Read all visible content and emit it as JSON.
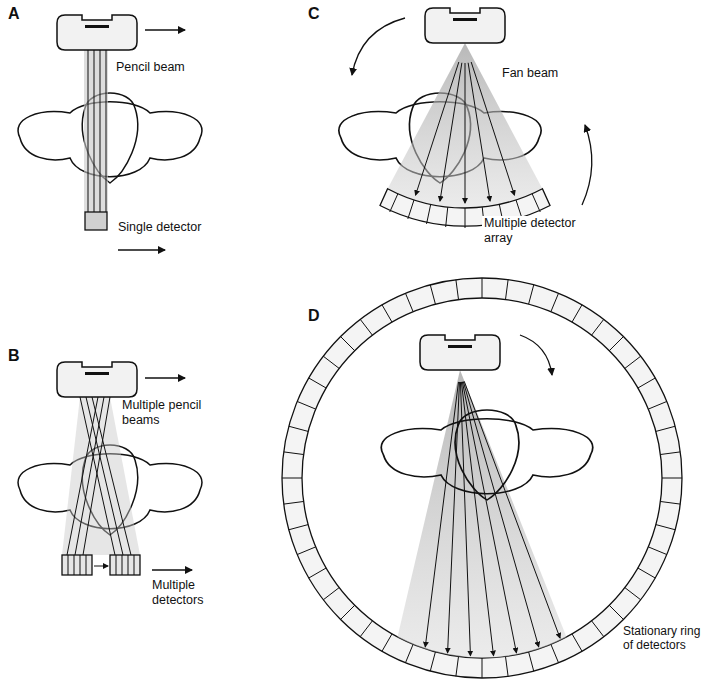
{
  "diagram": {
    "labels": [
      "A",
      "Pencil beam",
      "Single detector",
      "B",
      "Multiple pencil beams",
      "Multiple detectors",
      "C",
      "Fan beam",
      "Multiple detector array",
      "D",
      "Stationary ring of detectors"
    ]
  }
}
